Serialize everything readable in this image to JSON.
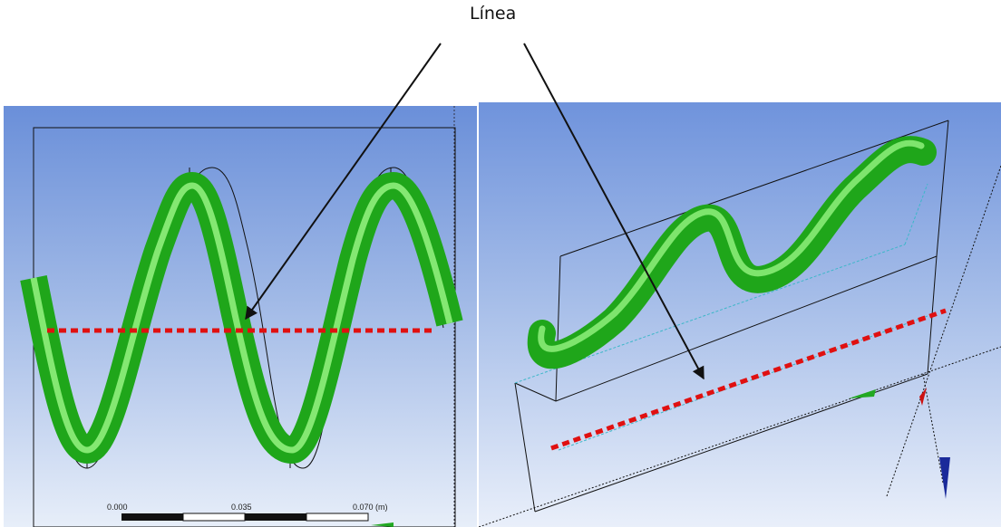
{
  "annotation": {
    "title": "Línea"
  },
  "left_view": {
    "scale_bar": {
      "labels": [
        "0.000",
        "0.035",
        "0.070 (m)"
      ]
    }
  },
  "colors": {
    "tube": "#1fa61a",
    "tube_highlight": "#8ff07c",
    "dashed_line": "#e01010",
    "bounding_box": "#111111",
    "cyan_edge": "#3cb7c8",
    "axis_green": "#22a822",
    "axis_red": "#cc1111",
    "axis_blue": "#1a2a9a"
  }
}
